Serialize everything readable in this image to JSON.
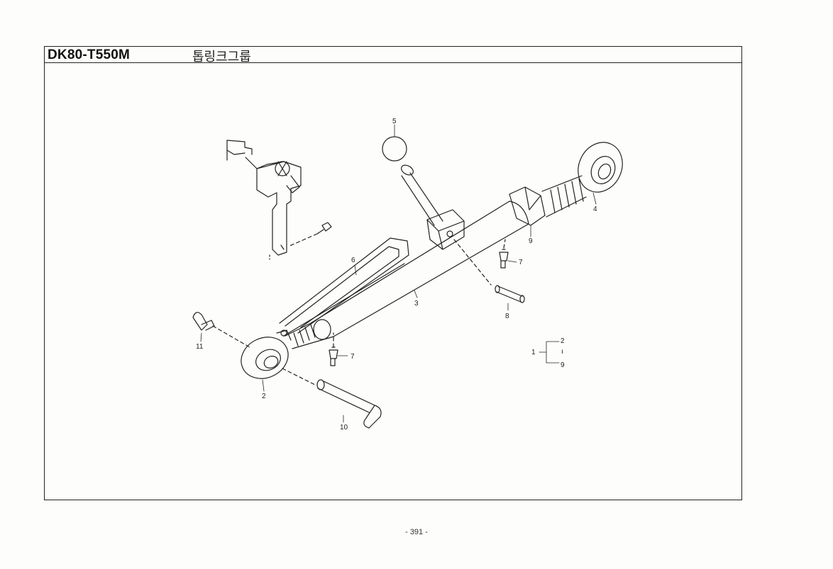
{
  "header": {
    "model": "DK80-T550M",
    "title": "톱링크그룹"
  },
  "callouts": {
    "c1": "1",
    "c2a": "2",
    "c2b": "2",
    "c3": "3",
    "c4": "4",
    "c5": "5",
    "c6": "6",
    "c7a": "7",
    "c7b": "7",
    "c8": "8",
    "c9a": "9",
    "c9b": "9",
    "c10": "10",
    "c11": "11",
    "c_mark": "ı"
  },
  "footer": {
    "page_number": "- 391 -"
  }
}
